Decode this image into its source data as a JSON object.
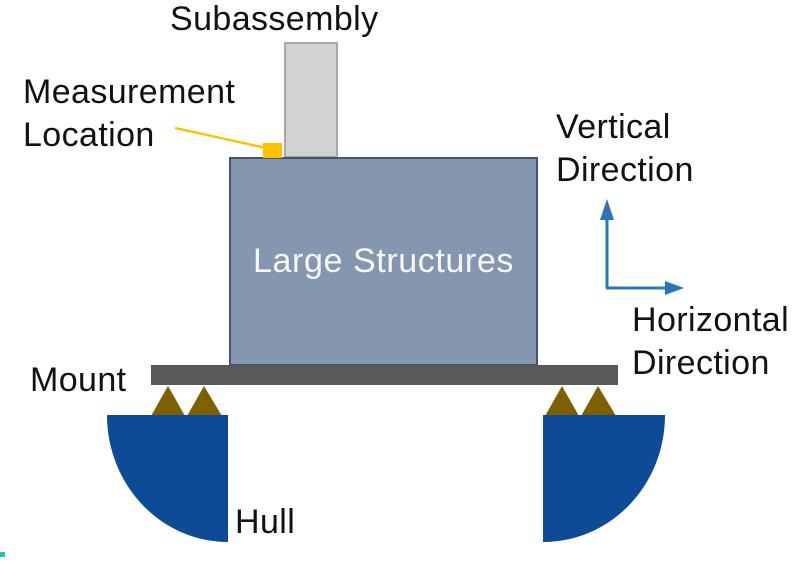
{
  "diagram": {
    "labels": {
      "subassembly": "Subassembly",
      "measurement_location_line1": "Measurement",
      "measurement_location_line2": "Location",
      "large_structures": "Large Structures",
      "mount": "Mount",
      "hull": "Hull",
      "vertical_direction_line1": "Vertical",
      "vertical_direction_line2": "Direction",
      "horizontal_direction_line1": "Horizontal",
      "horizontal_direction_line2": "Direction"
    },
    "icons": {
      "vertical_axis": "up-arrow-icon",
      "horizontal_axis": "right-arrow-icon"
    },
    "colors": {
      "background": "#ffffff",
      "text": "#121212",
      "structure_fill": "#8496b0",
      "structure_border": "#44546a",
      "structure_text": "#f7f7f7",
      "subassembly_fill": "#d2d2d2",
      "subassembly_border": "#a8a8a8",
      "mount_plate": "#595959",
      "wedge_dark_yellow": "#7f6000",
      "hull_blue": "#0d4b96",
      "measurement_yellow": "#ffc000",
      "axis_arrow_blue": "#2e75b6",
      "corner_mark_teal": "#2fbfbf"
    }
  }
}
